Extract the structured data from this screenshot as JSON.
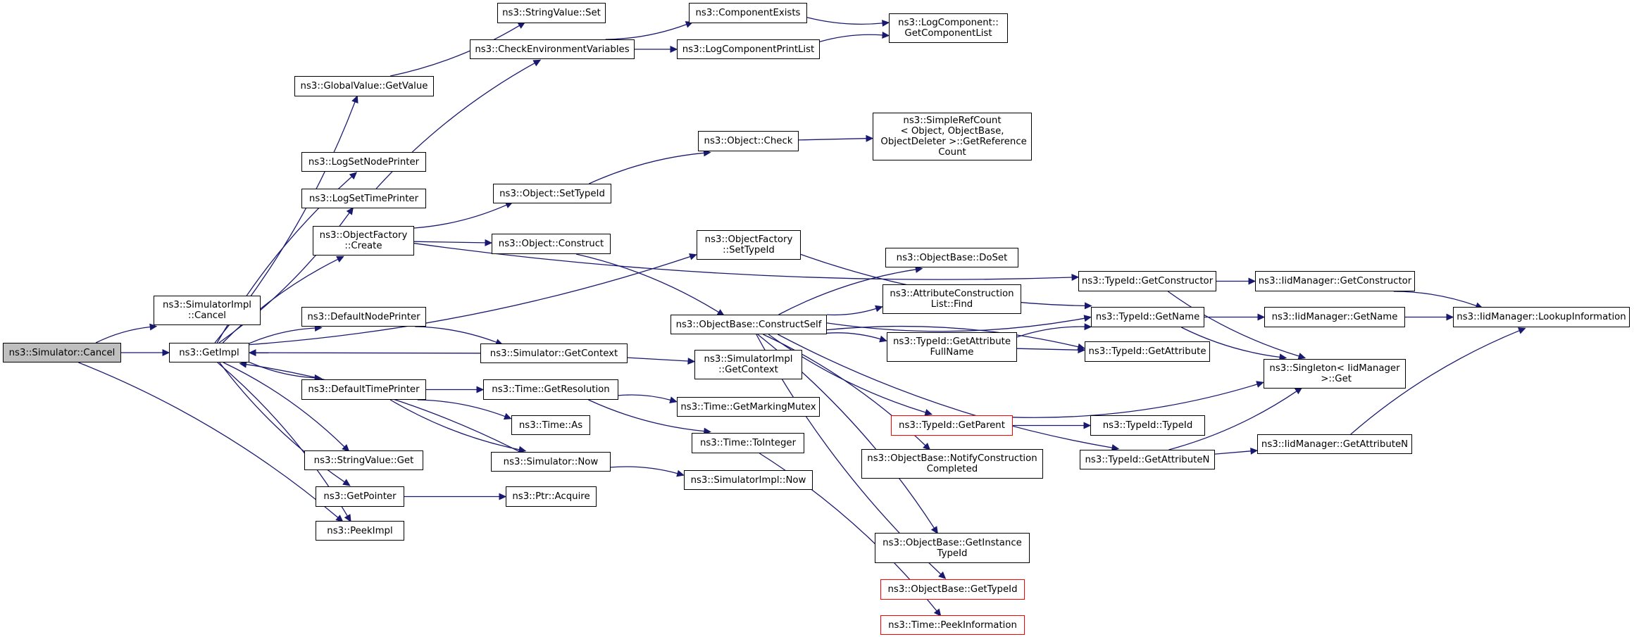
{
  "graph": {
    "title": "",
    "colors": {
      "edge": "#191970",
      "node_border": "#000000",
      "root_fill": "#bfbfbf",
      "truncated_border": "#ff0000"
    },
    "nodes": [
      {
        "id": "cancel",
        "label": "ns3::Simulator::Cancel",
        "root": true
      },
      {
        "id": "simimpl_cancel",
        "label": "ns3::SimulatorImpl\n::Cancel"
      },
      {
        "id": "getimpl",
        "label": "ns3::GetImpl"
      },
      {
        "id": "peekimpl",
        "label": "ns3::PeekImpl"
      },
      {
        "id": "globalvalue_getvalue",
        "label": "ns3::GlobalValue::GetValue"
      },
      {
        "id": "stringvalue_set",
        "label": "ns3::StringValue::Set"
      },
      {
        "id": "check_env",
        "label": "ns3::CheckEnvironmentVariables"
      },
      {
        "id": "component_exists",
        "label": "ns3::ComponentExists"
      },
      {
        "id": "logcomponent_printlist",
        "label": "ns3::LogComponentPrintList"
      },
      {
        "id": "logcomponent_getlist",
        "label": "ns3::LogComponent::\nGetComponentList"
      },
      {
        "id": "logsetnodeprinter",
        "label": "ns3::LogSetNodePrinter"
      },
      {
        "id": "logsettimeprinter",
        "label": "ns3::LogSetTimePrinter"
      },
      {
        "id": "objectfactory_create",
        "label": "ns3::ObjectFactory\n::Create"
      },
      {
        "id": "object_settypeid",
        "label": "ns3::Object::SetTypeId"
      },
      {
        "id": "object_check",
        "label": "ns3::Object::Check"
      },
      {
        "id": "simplerefcount",
        "label": "ns3::SimpleRefCount\n< Object, ObjectBase,\n ObjectDeleter >::GetReference\nCount"
      },
      {
        "id": "object_construct",
        "label": "ns3::Object::Construct"
      },
      {
        "id": "objectfactory_settypeid",
        "label": "ns3::ObjectFactory\n::SetTypeId"
      },
      {
        "id": "defaultnodeprinter",
        "label": "ns3::DefaultNodePrinter"
      },
      {
        "id": "simulator_getcontext",
        "label": "ns3::Simulator::GetContext"
      },
      {
        "id": "simimpl_getcontext",
        "label": "ns3::SimulatorImpl\n::GetContext"
      },
      {
        "id": "defaulttimeprinter",
        "label": "ns3::DefaultTimePrinter"
      },
      {
        "id": "time_getresolution",
        "label": "ns3::Time::GetResolution"
      },
      {
        "id": "time_getmarkingmutex",
        "label": "ns3::Time::GetMarkingMutex"
      },
      {
        "id": "time_as",
        "label": "ns3::Time::As"
      },
      {
        "id": "time_tointeger",
        "label": "ns3::Time::ToInteger"
      },
      {
        "id": "simulator_now",
        "label": "ns3::Simulator::Now"
      },
      {
        "id": "simimpl_now",
        "label": "ns3::SimulatorImpl::Now"
      },
      {
        "id": "stringvalue_get",
        "label": "ns3::StringValue::Get"
      },
      {
        "id": "getpointer",
        "label": "ns3::GetPointer"
      },
      {
        "id": "ptr_acquire",
        "label": "ns3::Ptr::Acquire"
      },
      {
        "id": "objectbase_constructself",
        "label": "ns3::ObjectBase::ConstructSelf"
      },
      {
        "id": "objectbase_doset",
        "label": "ns3::ObjectBase::DoSet"
      },
      {
        "id": "attrconstruction_find",
        "label": "ns3::AttributeConstruction\nList::Find"
      },
      {
        "id": "typeid_getattributefullname",
        "label": "ns3::TypeId::GetAttribute\nFullName"
      },
      {
        "id": "typeid_getparent",
        "label": "ns3::TypeId::GetParent",
        "truncated": true
      },
      {
        "id": "objectbase_notify",
        "label": "ns3::ObjectBase::NotifyConstruction\nCompleted"
      },
      {
        "id": "objectbase_getinstancetypeid",
        "label": "ns3::ObjectBase::GetInstance\nTypeId"
      },
      {
        "id": "objectbase_gettypeid",
        "label": "ns3::ObjectBase::GetTypeId",
        "truncated": true
      },
      {
        "id": "time_peekinformation",
        "label": "ns3::Time::PeekInformation",
        "truncated": true
      },
      {
        "id": "typeid_getconstructor",
        "label": "ns3::TypeId::GetConstructor"
      },
      {
        "id": "typeid_getname",
        "label": "ns3::TypeId::GetName"
      },
      {
        "id": "typeid_getattribute",
        "label": "ns3::TypeId::GetAttribute"
      },
      {
        "id": "typeid_typeid",
        "label": "ns3::TypeId::TypeId"
      },
      {
        "id": "typeid_getattributen",
        "label": "ns3::TypeId::GetAttributeN"
      },
      {
        "id": "iidmanager_getconstructor",
        "label": "ns3::IidManager::GetConstructor"
      },
      {
        "id": "iidmanager_getname",
        "label": "ns3::IidManager::GetName"
      },
      {
        "id": "iidmanager_getattributen",
        "label": "ns3::IidManager::GetAttributeN"
      },
      {
        "id": "singleton_get",
        "label": "ns3::Singleton< IidManager\n >::Get"
      },
      {
        "id": "iidmanager_lookup",
        "label": "ns3::IidManager::LookupInformation"
      }
    ],
    "edges": [
      {
        "from": "cancel",
        "to": "simimpl_cancel"
      },
      {
        "from": "cancel",
        "to": "getimpl"
      },
      {
        "from": "cancel",
        "to": "peekimpl"
      },
      {
        "from": "getimpl",
        "to": "globalvalue_getvalue"
      },
      {
        "from": "getimpl",
        "to": "logsetnodeprinter"
      },
      {
        "from": "getimpl",
        "to": "logsettimeprinter"
      },
      {
        "from": "getimpl",
        "to": "objectfactory_create"
      },
      {
        "from": "getimpl",
        "to": "objectfactory_settypeid"
      },
      {
        "from": "getimpl",
        "to": "defaultnodeprinter"
      },
      {
        "from": "getimpl",
        "to": "defaulttimeprinter"
      },
      {
        "from": "getimpl",
        "to": "stringvalue_get"
      },
      {
        "from": "getimpl",
        "to": "getpointer"
      },
      {
        "from": "getimpl",
        "to": "peekimpl"
      },
      {
        "from": "globalvalue_getvalue",
        "to": "stringvalue_set"
      },
      {
        "from": "logsettimeprinter",
        "to": "check_env"
      },
      {
        "from": "check_env",
        "to": "component_exists"
      },
      {
        "from": "check_env",
        "to": "logcomponent_printlist"
      },
      {
        "from": "component_exists",
        "to": "logcomponent_getlist"
      },
      {
        "from": "logcomponent_printlist",
        "to": "logcomponent_getlist"
      },
      {
        "from": "objectfactory_create",
        "to": "object_settypeid"
      },
      {
        "from": "objectfactory_create",
        "to": "object_construct"
      },
      {
        "from": "objectfactory_create",
        "to": "typeid_getconstructor"
      },
      {
        "from": "object_settypeid",
        "to": "object_check"
      },
      {
        "from": "object_check",
        "to": "simplerefcount"
      },
      {
        "from": "object_construct",
        "to": "objectbase_constructself"
      },
      {
        "from": "objectfactory_settypeid",
        "to": "typeid_getname"
      },
      {
        "from": "defaultnodeprinter",
        "to": "simulator_getcontext"
      },
      {
        "from": "simulator_getcontext",
        "to": "getimpl"
      },
      {
        "from": "simulator_getcontext",
        "to": "simimpl_getcontext"
      },
      {
        "from": "defaulttimeprinter",
        "to": "time_getresolution"
      },
      {
        "from": "defaulttimeprinter",
        "to": "time_as"
      },
      {
        "from": "defaulttimeprinter",
        "to": "simulator_now"
      },
      {
        "from": "time_getresolution",
        "to": "time_getmarkingmutex"
      },
      {
        "from": "time_getresolution",
        "to": "time_tointeger"
      },
      {
        "from": "time_tointeger",
        "to": "time_peekinformation"
      },
      {
        "from": "simulator_now",
        "to": "getimpl"
      },
      {
        "from": "simulator_now",
        "to": "simimpl_now"
      },
      {
        "from": "getpointer",
        "to": "ptr_acquire"
      },
      {
        "from": "objectbase_constructself",
        "to": "objectbase_doset"
      },
      {
        "from": "objectbase_constructself",
        "to": "attrconstruction_find"
      },
      {
        "from": "objectbase_constructself",
        "to": "typeid_getattributefullname"
      },
      {
        "from": "objectbase_constructself",
        "to": "typeid_getname"
      },
      {
        "from": "objectbase_constructself",
        "to": "typeid_getattribute"
      },
      {
        "from": "objectbase_constructself",
        "to": "typeid_getparent"
      },
      {
        "from": "objectbase_constructself",
        "to": "objectbase_notify"
      },
      {
        "from": "objectbase_constructself",
        "to": "typeid_getattributen"
      },
      {
        "from": "objectbase_constructself",
        "to": "objectbase_getinstancetypeid"
      },
      {
        "from": "objectbase_constructself",
        "to": "objectbase_gettypeid"
      },
      {
        "from": "typeid_getattributefullname",
        "to": "typeid_getname"
      },
      {
        "from": "typeid_getattributefullname",
        "to": "typeid_getattribute"
      },
      {
        "from": "typeid_getparent",
        "to": "typeid_typeid"
      },
      {
        "from": "typeid_getparent",
        "to": "singleton_get"
      },
      {
        "from": "typeid_getattributen",
        "to": "iidmanager_getattributen"
      },
      {
        "from": "typeid_getattributen",
        "to": "singleton_get"
      },
      {
        "from": "typeid_getconstructor",
        "to": "iidmanager_getconstructor"
      },
      {
        "from": "typeid_getconstructor",
        "to": "singleton_get"
      },
      {
        "from": "typeid_getname",
        "to": "iidmanager_getname"
      },
      {
        "from": "typeid_getname",
        "to": "singleton_get"
      },
      {
        "from": "iidmanager_getconstructor",
        "to": "iidmanager_lookup"
      },
      {
        "from": "iidmanager_getname",
        "to": "iidmanager_lookup"
      },
      {
        "from": "iidmanager_getattributen",
        "to": "iidmanager_lookup"
      }
    ]
  }
}
